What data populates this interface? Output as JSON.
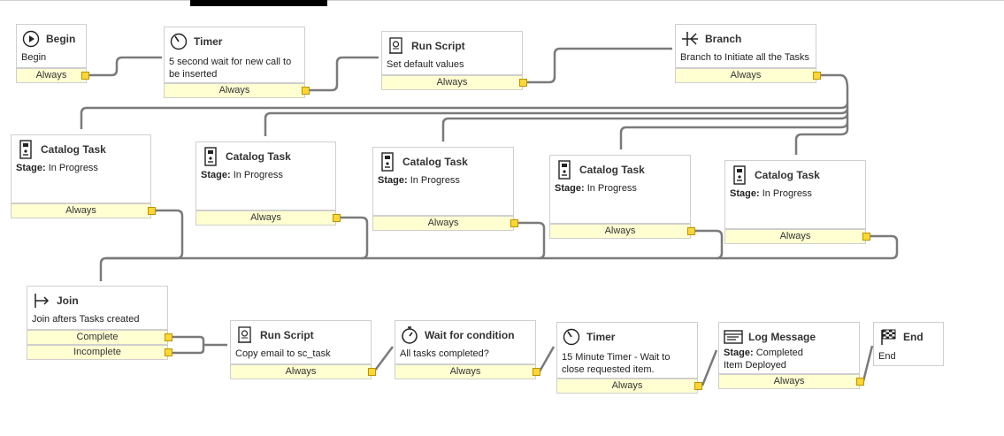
{
  "nodes": {
    "begin": {
      "title": "Begin",
      "body": "Begin",
      "exit": "Always"
    },
    "timer1": {
      "title": "Timer",
      "body": "5 second wait for new call to be inserted",
      "exit": "Always"
    },
    "runscript1": {
      "title": "Run Script",
      "body": "Set default values",
      "exit": "Always"
    },
    "branch": {
      "title": "Branch",
      "body": "Branch to Initiate all the Tasks",
      "exit": "Always"
    },
    "catalog1": {
      "title": "Catalog Task",
      "stage_label": "Stage:",
      "stage_value": "In Progress",
      "exit": "Always"
    },
    "catalog2": {
      "title": "Catalog Task",
      "stage_label": "Stage:",
      "stage_value": "In Progress",
      "exit": "Always"
    },
    "catalog3": {
      "title": "Catalog Task",
      "stage_label": "Stage:",
      "stage_value": "In Progress",
      "exit": "Always"
    },
    "catalog4": {
      "title": "Catalog Task",
      "stage_label": "Stage:",
      "stage_value": "In Progress",
      "exit": "Always"
    },
    "catalog5": {
      "title": "Catalog Task",
      "stage_label": "Stage:",
      "stage_value": "In Progress",
      "exit": "Always"
    },
    "join": {
      "title": "Join",
      "body": "Join afters Tasks created",
      "exit_complete": "Complete",
      "exit_incomplete": "Incomplete"
    },
    "runscript2": {
      "title": "Run Script",
      "body": "Copy email to sc_task",
      "exit": "Always"
    },
    "wait": {
      "title": "Wait for condition",
      "body": "All tasks completed?",
      "exit": "Always"
    },
    "timer2": {
      "title": "Timer",
      "body": "15 Minute Timer - Wait to close requested item.",
      "exit": "Always"
    },
    "log": {
      "title": "Log Message",
      "stage_label": "Stage:",
      "stage_value": "Completed",
      "body": "Item Deployed",
      "exit": "Always"
    },
    "end": {
      "title": "End",
      "body": "End"
    }
  },
  "colors": {
    "exit_bg": "#ffffd2",
    "port": "#ffd633",
    "wire": "#7a7a7a"
  }
}
